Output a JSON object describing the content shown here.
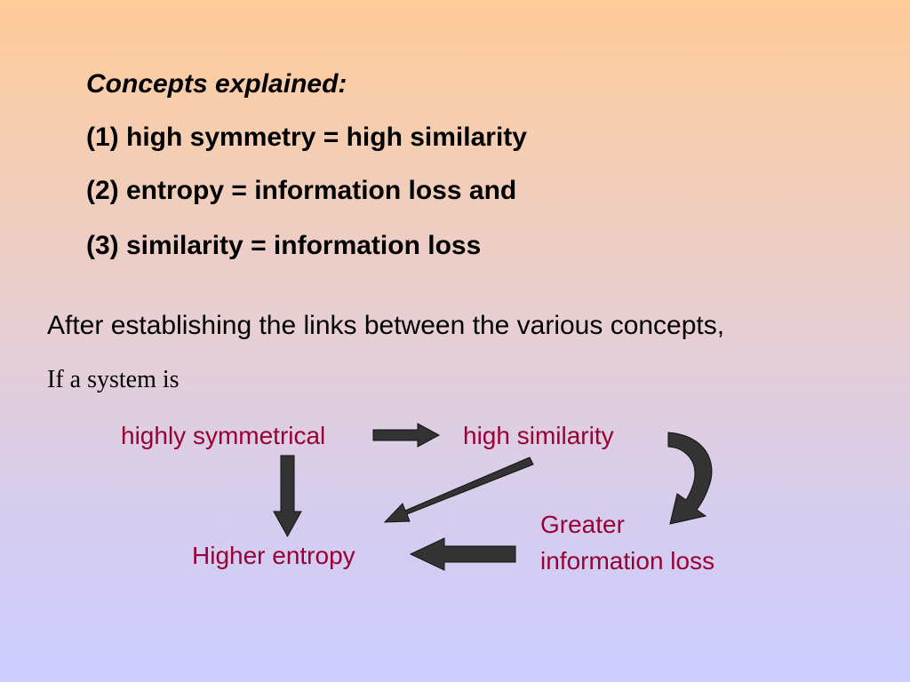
{
  "heading": "Concepts explained:",
  "concepts": [
    "(1) high symmetry = high similarity",
    "(2) entropy = information loss and",
    "(3) similarity = information loss"
  ],
  "intro": "After establishing the links between the various concepts,",
  "lead": "If a system is",
  "diagram": {
    "nodes": {
      "symmetrical": "highly symmetrical",
      "similarity": "high similarity",
      "entropy": "Higher entropy",
      "loss_line1": "Greater",
      "loss_line2": "information loss"
    },
    "colors": {
      "node_text": "#990033",
      "arrow_fill": "#333333"
    }
  }
}
